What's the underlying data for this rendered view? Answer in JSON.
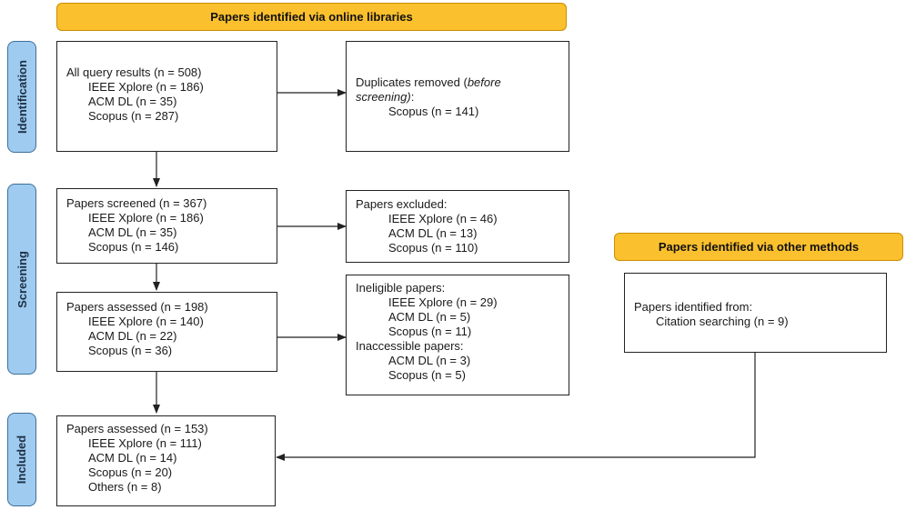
{
  "headers": {
    "online": "Papers identified via online libraries",
    "other": "Papers identified via other methods"
  },
  "phases": {
    "identification": "Identification",
    "screening": "Screening",
    "included": "Included"
  },
  "identification": {
    "title": "All query results (n = 508)",
    "items": [
      "IEEE Xplore (n = 186)",
      "ACM DL (n = 35)",
      "Scopus (n = 287)"
    ]
  },
  "duplicates": {
    "title_pre": "Duplicates removed (",
    "title_em": "before",
    "title_post": "",
    "line2_em": "screening)",
    "line2_post": ":",
    "items": [
      "Scopus (n = 141)"
    ]
  },
  "screened": {
    "title": "Papers screened (n = 367)",
    "items": [
      "IEEE Xplore (n = 186)",
      "ACM DL (n = 35)",
      "Scopus (n = 146)"
    ]
  },
  "excluded": {
    "title": "Papers excluded:",
    "items": [
      "IEEE Xplore (n = 46)",
      "ACM DL (n = 13)",
      "Scopus (n = 110)"
    ]
  },
  "assessed": {
    "title": "Papers assessed (n = 198)",
    "items": [
      "IEEE Xplore (n = 140)",
      "ACM DL (n = 22)",
      "Scopus (n = 36)"
    ]
  },
  "ineligible": {
    "title": "Ineligible papers:",
    "items": [
      "IEEE Xplore (n = 29)",
      "ACM DL (n = 5)",
      "Scopus (n = 11)"
    ],
    "title2": "Inaccessible papers:",
    "items2": [
      "ACM DL (n = 3)",
      "Scopus (n = 5)"
    ]
  },
  "other": {
    "title": "Papers identified from:",
    "items": [
      "Citation searching (n = 9)"
    ]
  },
  "included": {
    "title": "Papers assessed (n = 153)",
    "items": [
      "IEEE Xplore (n = 111)",
      "ACM DL (n = 14)",
      "Scopus (n = 20)",
      "Others (n = 8)"
    ]
  }
}
